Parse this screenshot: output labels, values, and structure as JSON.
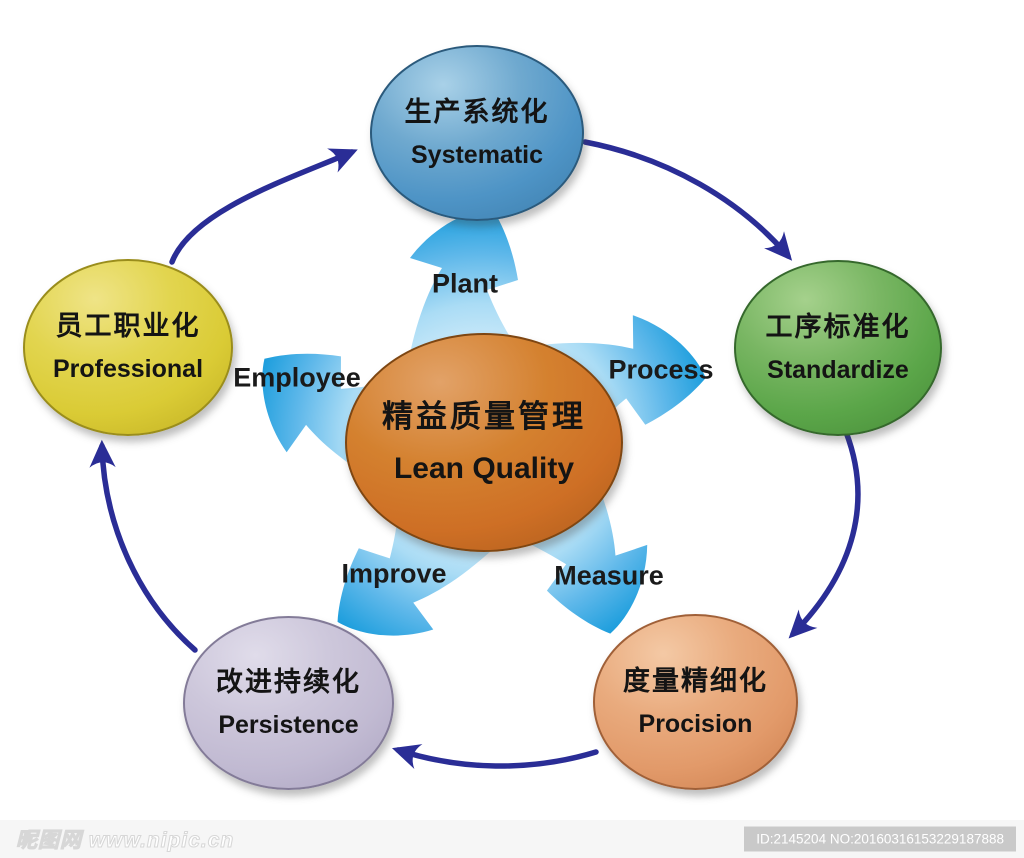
{
  "diagram": {
    "center": {
      "line1_zh": "精益质量管理",
      "line2_en": "Lean Quality",
      "fill": "#ce6f25"
    },
    "nodes": [
      {
        "id": "systematic",
        "line1_zh": "生产系统化",
        "line2_en": "Systematic",
        "fill": "#4e94c6"
      },
      {
        "id": "standardize",
        "line1_zh": "工序标准化",
        "line2_en": "Standardize",
        "fill": "#5ba649"
      },
      {
        "id": "procision",
        "line1_zh": "度量精细化",
        "line2_en": "Procision",
        "fill": "#e29a6a"
      },
      {
        "id": "persistence",
        "line1_zh": "改进持续化",
        "line2_en": "Persistence",
        "fill": "#c1bad2"
      },
      {
        "id": "professional",
        "line1_zh": "员工职业化",
        "line2_en": "Professional",
        "fill": "#dacb35"
      }
    ],
    "spokes": [
      {
        "id": "plant",
        "label": "Plant"
      },
      {
        "id": "process",
        "label": "Process"
      },
      {
        "id": "measure",
        "label": "Measure"
      },
      {
        "id": "improve",
        "label": "Improve"
      },
      {
        "id": "employee",
        "label": "Employee"
      }
    ],
    "cycle_arrow_color": "#2a2d96",
    "spoke_arrow_color": "#29a0e0",
    "text_color": "#1a1a1a",
    "background": "#ffffff"
  },
  "footer": {
    "site_name": "昵图网",
    "site_url": "www.nipic.cn",
    "id_text": "ID:2145204 NO:20160316153229187888"
  }
}
